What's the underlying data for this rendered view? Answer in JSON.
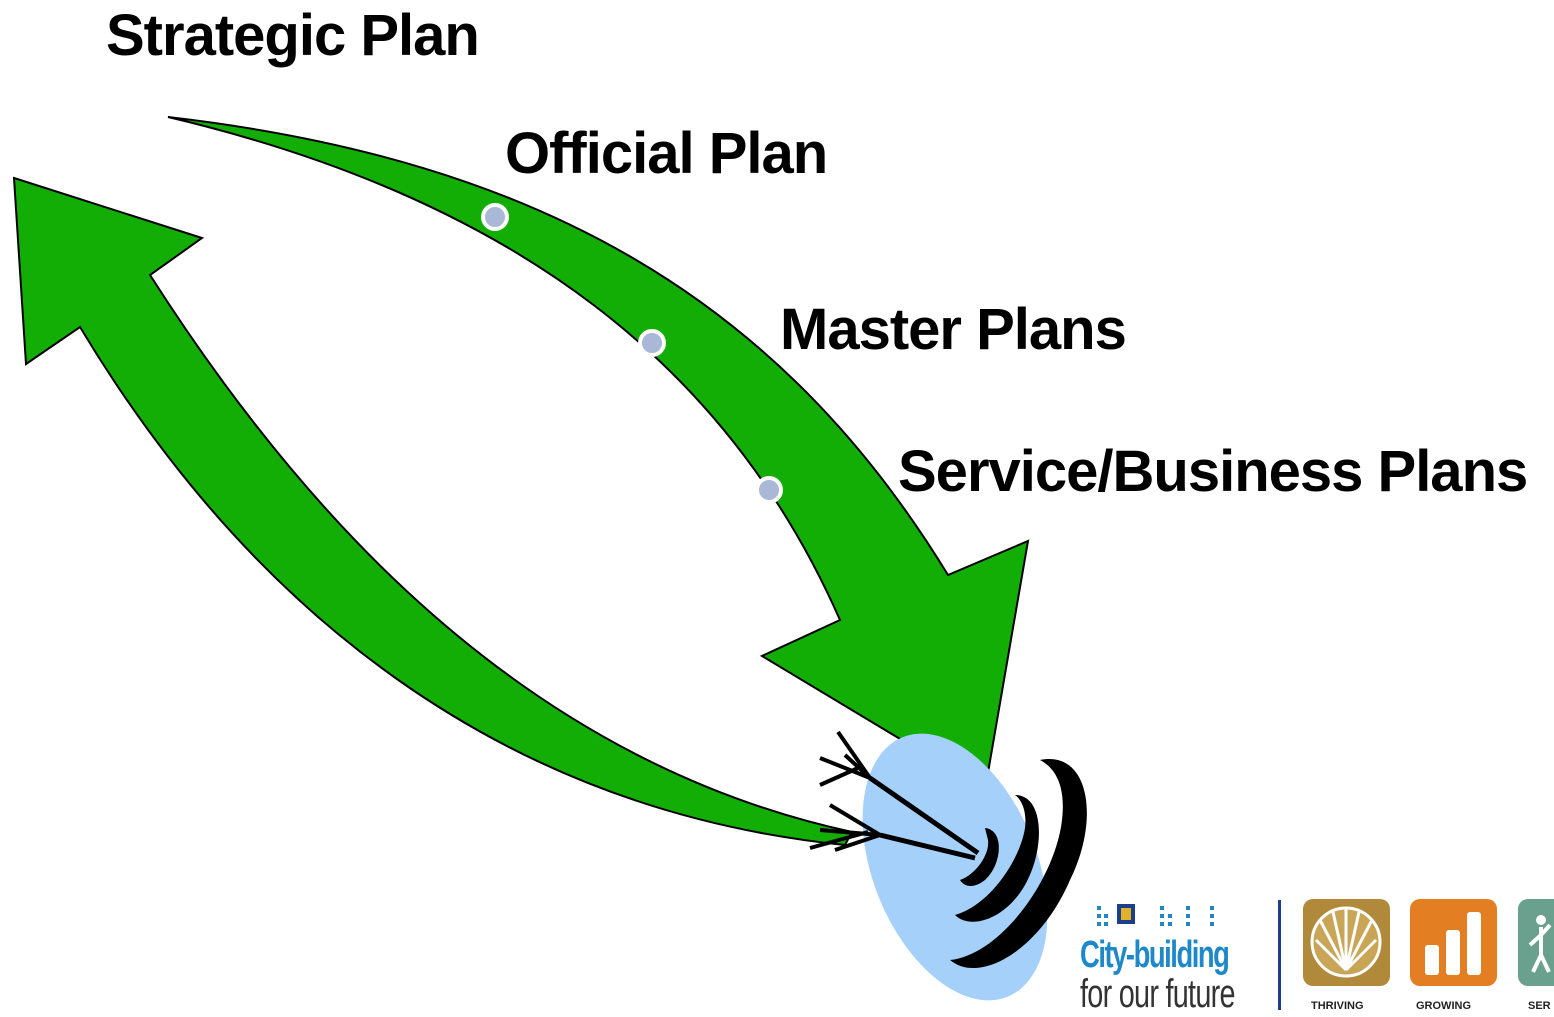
{
  "labels": {
    "strategic": "Strategic Plan",
    "official": "Official Plan",
    "master": "Master Plans",
    "service": "Service/Business Plans"
  },
  "logo": {
    "city_line1": "City-building",
    "city_line2": "for our future",
    "badges": [
      "THRIVING",
      "GROWING",
      "SER"
    ]
  },
  "colors": {
    "arrow_green": "#12ae05",
    "target_blue": "#a4d0fa",
    "dot_fill": "#a9b8d6",
    "city_blue": "#1e88c8",
    "thriving_gold": "#b08a3a",
    "growing_orange": "#e37e22",
    "serving_teal": "#6aa08e"
  }
}
